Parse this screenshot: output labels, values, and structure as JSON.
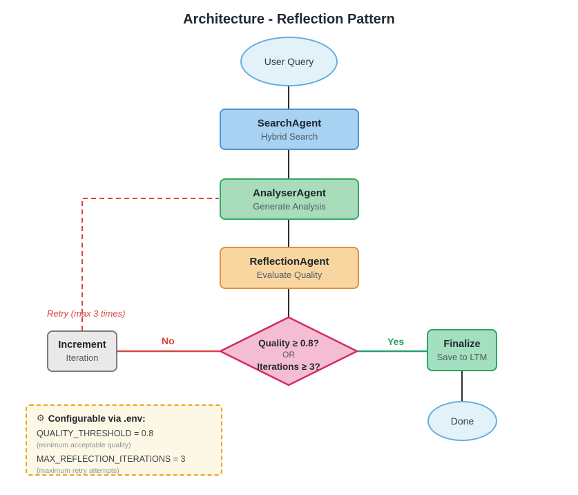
{
  "title": "Architecture - Reflection Pattern",
  "nodes": {
    "user_query": {
      "label": "User Query"
    },
    "search_agent": {
      "title": "SearchAgent",
      "subtitle": "Hybrid Search"
    },
    "analyser_agent": {
      "title": "AnalyserAgent",
      "subtitle": "Generate Analysis"
    },
    "reflection_agent": {
      "title": "ReflectionAgent",
      "subtitle": "Evaluate Quality"
    },
    "decision": {
      "line1": "Quality ≥ 0.8?",
      "line2": "OR",
      "line3": "Iterations ≥ 3?"
    },
    "increment": {
      "title": "Increment",
      "subtitle": "Iteration"
    },
    "finalize": {
      "title": "Finalize",
      "subtitle": "Save to LTM"
    },
    "done": {
      "label": "Done"
    }
  },
  "edges": {
    "no_label": "No",
    "yes_label": "Yes",
    "retry_label": "Retry (max 3 times)"
  },
  "config_note": {
    "gear_icon": "⚙",
    "heading": "Configurable via .env:",
    "items": [
      {
        "code": "QUALITY_THRESHOLD = 0.8",
        "desc": "(minimum acceptable quality)"
      },
      {
        "code": "MAX_REFLECTION_ITERATIONS = 3",
        "desc": "(maximum retry attempts)"
      }
    ]
  },
  "colors": {
    "ellipse_fill": "#e3f1f9",
    "ellipse_border": "#62aee2",
    "search_fill": "#a7d2f2",
    "search_border": "#4a94d6",
    "analyser_fill": "#a8dcba",
    "analyser_border": "#35a765",
    "reflection_fill": "#f9d69f",
    "reflection_border": "#e0913f",
    "decision_fill": "#f5bdd3",
    "decision_border": "#d42a66",
    "increment_fill": "#e9e9e9",
    "increment_border": "#7a7a7a",
    "finalize_fill": "#a3e0bf",
    "finalize_border": "#2ba562",
    "no_edge": "#d9453f",
    "yes_edge": "#27a06a",
    "plain_edge": "#2d2d2d",
    "note_fill": "#fdf8e6",
    "note_border": "#e5a71d"
  }
}
